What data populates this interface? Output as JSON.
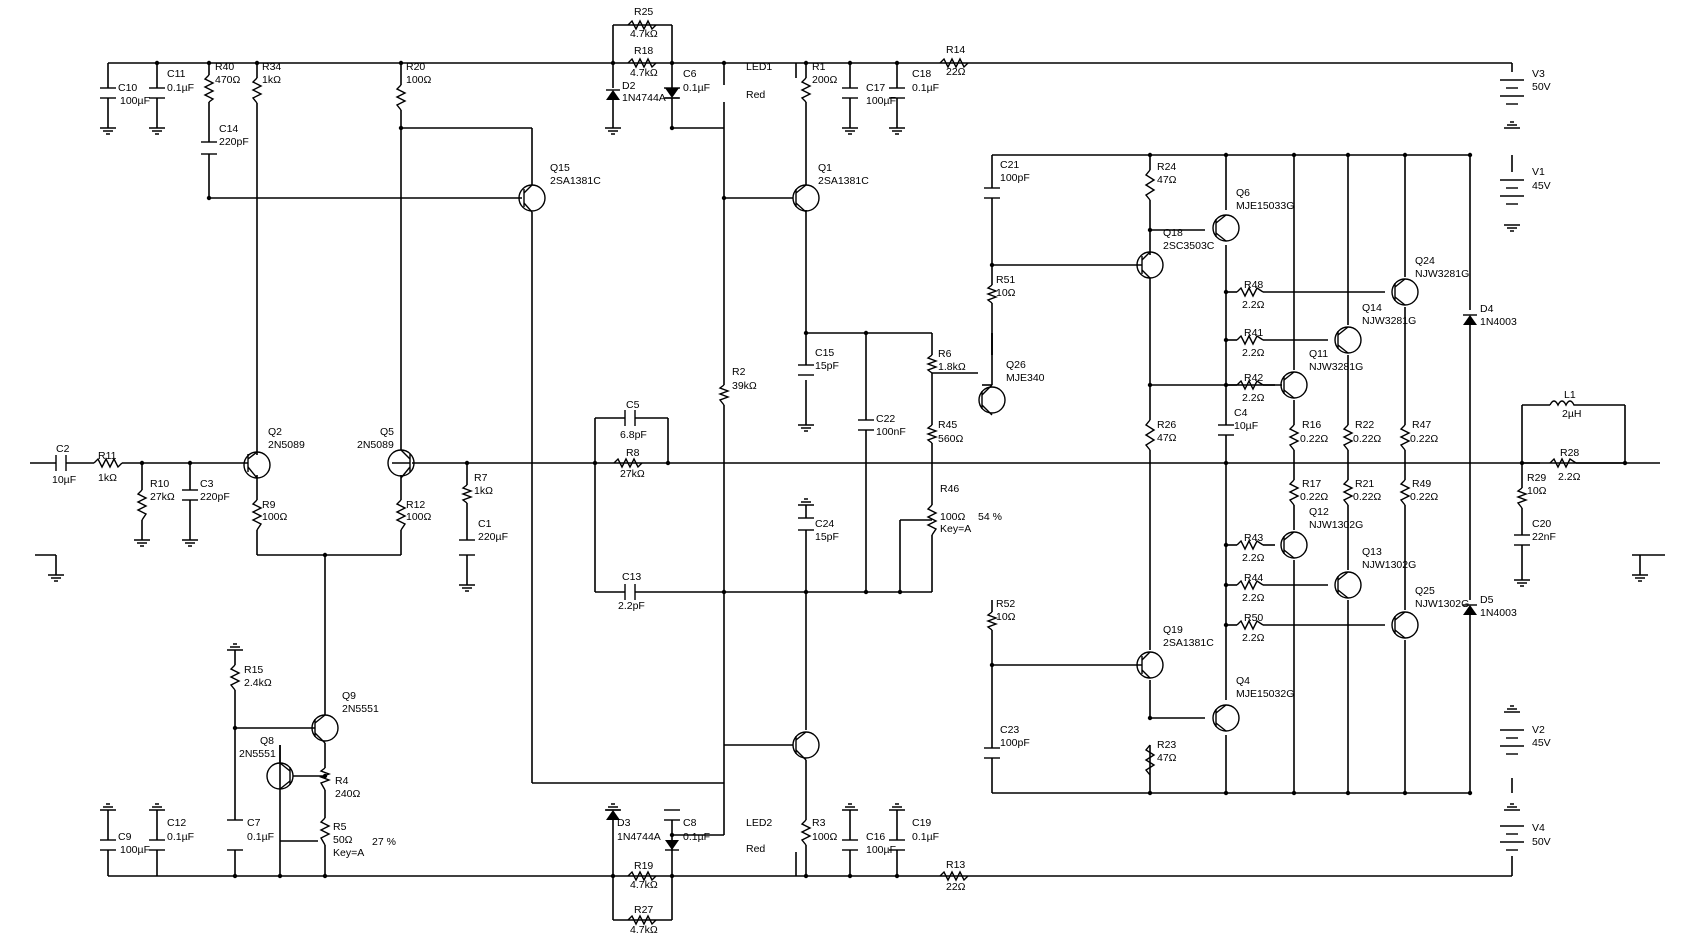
{
  "components": {
    "C2": {
      "ref": "C2",
      "val": "10µF"
    },
    "R11": {
      "ref": "R11",
      "val": "1kΩ"
    },
    "R10": {
      "ref": "R10",
      "val": "27kΩ"
    },
    "C3": {
      "ref": "C3",
      "val": "220pF"
    },
    "Q2": {
      "ref": "Q2",
      "val": "2N5089"
    },
    "R9": {
      "ref": "R9",
      "val": "100Ω"
    },
    "Q5": {
      "ref": "Q5",
      "val": "2N5089"
    },
    "R12": {
      "ref": "R12",
      "val": "100Ω"
    },
    "R7": {
      "ref": "R7",
      "val": "1kΩ"
    },
    "C1": {
      "ref": "C1",
      "val": "220µF"
    },
    "C10": {
      "ref": "C10",
      "val": "100µF"
    },
    "C11": {
      "ref": "C11",
      "val": "0.1µF"
    },
    "R40": {
      "ref": "R40",
      "val": "470Ω"
    },
    "R34": {
      "ref": "R34",
      "val": "1kΩ"
    },
    "C14": {
      "ref": "C14",
      "val": "220pF"
    },
    "R20": {
      "ref": "R20",
      "val": "100Ω"
    },
    "Q15": {
      "ref": "Q15",
      "val": "2SA1381C"
    },
    "R25": {
      "ref": "R25",
      "val": "4.7kΩ"
    },
    "R18": {
      "ref": "R18",
      "val": "4.7kΩ"
    },
    "D2": {
      "ref": "D2",
      "val": "1N4744A"
    },
    "C6": {
      "ref": "C6",
      "val": "0.1µF"
    },
    "LED1": {
      "ref": "LED1",
      "val": "Red"
    },
    "R1": {
      "ref": "R1",
      "val": "200Ω"
    },
    "C17": {
      "ref": "C17",
      "val": "100µF"
    },
    "C18": {
      "ref": "C18",
      "val": "0.1µF"
    },
    "R14": {
      "ref": "R14",
      "val": "22Ω"
    },
    "V3": {
      "ref": "V3",
      "val": "50V"
    },
    "Q1": {
      "ref": "Q1",
      "val": "2SA1381C"
    },
    "R2": {
      "ref": "R2",
      "val": "39kΩ"
    },
    "C15": {
      "ref": "C15",
      "val": "15pF"
    },
    "C22": {
      "ref": "C22",
      "val": "100nF"
    },
    "R6": {
      "ref": "R6",
      "val": "1.8kΩ"
    },
    "R45": {
      "ref": "R45",
      "val": "560Ω"
    },
    "R46": {
      "ref": "R46",
      "val": "100Ω"
    },
    "Q26": {
      "ref": "Q26",
      "val": "MJE340"
    },
    "C5": {
      "ref": "C5",
      "val": "6.8pF"
    },
    "R8": {
      "ref": "R8",
      "val": "27kΩ"
    },
    "C13": {
      "ref": "C13",
      "val": "2.2pF"
    },
    "C24": {
      "ref": "C24",
      "val": "15pF"
    },
    "C21": {
      "ref": "C21",
      "val": "100pF"
    },
    "R51": {
      "ref": "R51",
      "val": "10Ω"
    },
    "R52": {
      "ref": "R52",
      "val": "10Ω"
    },
    "C23": {
      "ref": "C23",
      "val": "100pF"
    },
    "R24": {
      "ref": "R24",
      "val": "47Ω"
    },
    "R26": {
      "ref": "R26",
      "val": "47Ω"
    },
    "R23": {
      "ref": "R23",
      "val": "47Ω"
    },
    "Q6": {
      "ref": "Q6",
      "val": "MJE15033G"
    },
    "Q18": {
      "ref": "Q18",
      "val": "2SC3503C"
    },
    "Q19": {
      "ref": "Q19",
      "val": "2SA1381C"
    },
    "Q4": {
      "ref": "Q4",
      "val": "MJE15032G"
    },
    "R48": {
      "ref": "R48",
      "val": "2.2Ω"
    },
    "R41": {
      "ref": "R41",
      "val": "2.2Ω"
    },
    "R42": {
      "ref": "R42",
      "val": "2.2Ω"
    },
    "R43": {
      "ref": "R43",
      "val": "2.2Ω"
    },
    "R44": {
      "ref": "R44",
      "val": "2.2Ω"
    },
    "R50": {
      "ref": "R50",
      "val": "2.2Ω"
    },
    "C4": {
      "ref": "C4",
      "val": "10µF"
    },
    "Q24": {
      "ref": "Q24",
      "val": "NJW3281G"
    },
    "Q14": {
      "ref": "Q14",
      "val": "NJW3281G"
    },
    "Q11": {
      "ref": "Q11",
      "val": "NJW3281G"
    },
    "Q12": {
      "ref": "Q12",
      "val": "NJW1302G"
    },
    "Q13": {
      "ref": "Q13",
      "val": "NJW1302G"
    },
    "Q25": {
      "ref": "Q25",
      "val": "NJW1302G"
    },
    "R16": {
      "ref": "R16",
      "val": "0.22Ω"
    },
    "R22": {
      "ref": "R22",
      "val": "0.22Ω"
    },
    "R47": {
      "ref": "R47",
      "val": "0.22Ω"
    },
    "R17": {
      "ref": "R17",
      "val": "0.22Ω"
    },
    "R21": {
      "ref": "R21",
      "val": "0.22Ω"
    },
    "R49": {
      "ref": "R49",
      "val": "0.22Ω"
    },
    "V1": {
      "ref": "V1",
      "val": "45V"
    },
    "V2": {
      "ref": "V2",
      "val": "45V"
    },
    "D4": {
      "ref": "D4",
      "val": "1N4003"
    },
    "D5": {
      "ref": "D5",
      "val": "1N4003"
    },
    "L1": {
      "ref": "L1",
      "val": "2µH"
    },
    "R28": {
      "ref": "R28",
      "val": "2.2Ω"
    },
    "R29": {
      "ref": "R29",
      "val": "10Ω"
    },
    "C20": {
      "ref": "C20",
      "val": "22nF"
    },
    "R15": {
      "ref": "R15",
      "val": "2.4kΩ"
    },
    "Q9": {
      "ref": "Q9",
      "val": "2N5551"
    },
    "Q8": {
      "ref": "Q8",
      "val": "2N5551"
    },
    "R4": {
      "ref": "R4",
      "val": "240Ω"
    },
    "R5": {
      "ref": "R5",
      "val": "50Ω"
    },
    "C7": {
      "ref": "C7",
      "val": "0.1µF"
    },
    "C9": {
      "ref": "C9",
      "val": "100µF"
    },
    "C12": {
      "ref": "C12",
      "val": "0.1µF"
    },
    "D3": {
      "ref": "D3",
      "val": "1N4744A"
    },
    "C8": {
      "ref": "C8",
      "val": "0.1µF"
    },
    "LED2": {
      "ref": "LED2",
      "val": "Red"
    },
    "R19": {
      "ref": "R19",
      "val": "4.7kΩ"
    },
    "R27": {
      "ref": "R27",
      "val": "4.7kΩ"
    },
    "R3": {
      "ref": "R3",
      "val": "100Ω"
    },
    "C16": {
      "ref": "C16",
      "val": "100µF"
    },
    "C19": {
      "ref": "C19",
      "val": "0.1µF"
    },
    "R13": {
      "ref": "R13",
      "val": "22Ω"
    },
    "V4": {
      "ref": "V4",
      "val": "50V"
    }
  },
  "pots": {
    "R46": {
      "key": "Key=A",
      "pct": "54 %"
    },
    "R5": {
      "key": "Key=A",
      "pct": "27 %"
    }
  }
}
